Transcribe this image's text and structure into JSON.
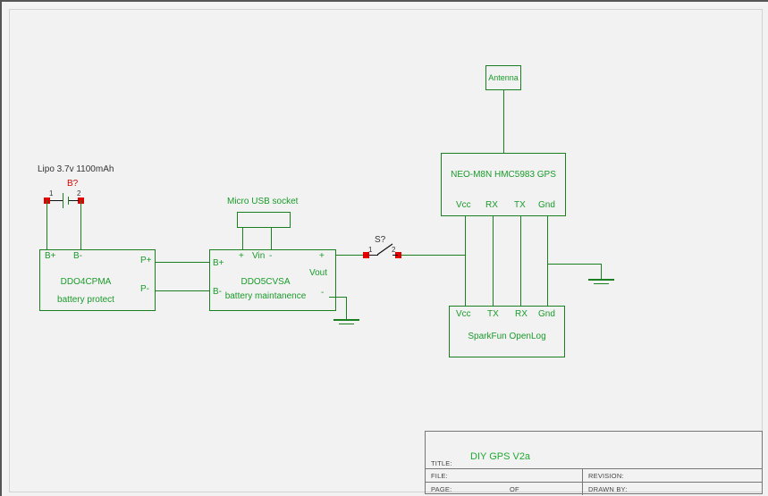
{
  "sheet": {
    "background": "#f2f2f2",
    "wire_color": "#1a7f1f",
    "label_color": "#1a9b2a",
    "pad_color": "#e00000",
    "annotation_color": "#d40000"
  },
  "battery": {
    "spec_label": "Lipo 3.7v 1100mAh",
    "designator": "B?",
    "pin1": "1",
    "pin2": "2"
  },
  "protect_module": {
    "part": "DDO4CPMA",
    "description": "battery protect",
    "pins": {
      "bplus": "B+",
      "bminus": "B-",
      "pplus": "P+",
      "pminus": "P-"
    }
  },
  "usb": {
    "label": "Micro USB socket"
  },
  "maintenance_module": {
    "part": "DDO5CVSA",
    "description": "battery maintanence",
    "pins": {
      "bplus": "B+",
      "bminus": "B-",
      "vin_plus": "+",
      "vin_label": "Vin",
      "vin_minus": "-",
      "vout_plus": "+",
      "vout_label": "Vout",
      "vout_minus": "-"
    }
  },
  "switch": {
    "designator": "S?",
    "pin1": "1",
    "pin2": "2"
  },
  "antenna": {
    "label": "Antenna"
  },
  "gps_module": {
    "part": "NEO-M8N HMC5983 GPS",
    "pins": {
      "vcc": "Vcc",
      "rx": "RX",
      "tx": "TX",
      "gnd": "Gnd"
    }
  },
  "logger_module": {
    "part": "SparkFun OpenLog",
    "pins": {
      "vcc": "Vcc",
      "tx": "TX",
      "rx": "RX",
      "gnd": "Gnd"
    }
  },
  "title_block": {
    "title_label": "TITLE:",
    "title_value": "DIY GPS V2a",
    "file_label": "FILE:",
    "page_label": "PAGE:",
    "of_label": "OF",
    "revision_label": "REVISION:",
    "drawn_by_label": "DRAWN BY:"
  }
}
